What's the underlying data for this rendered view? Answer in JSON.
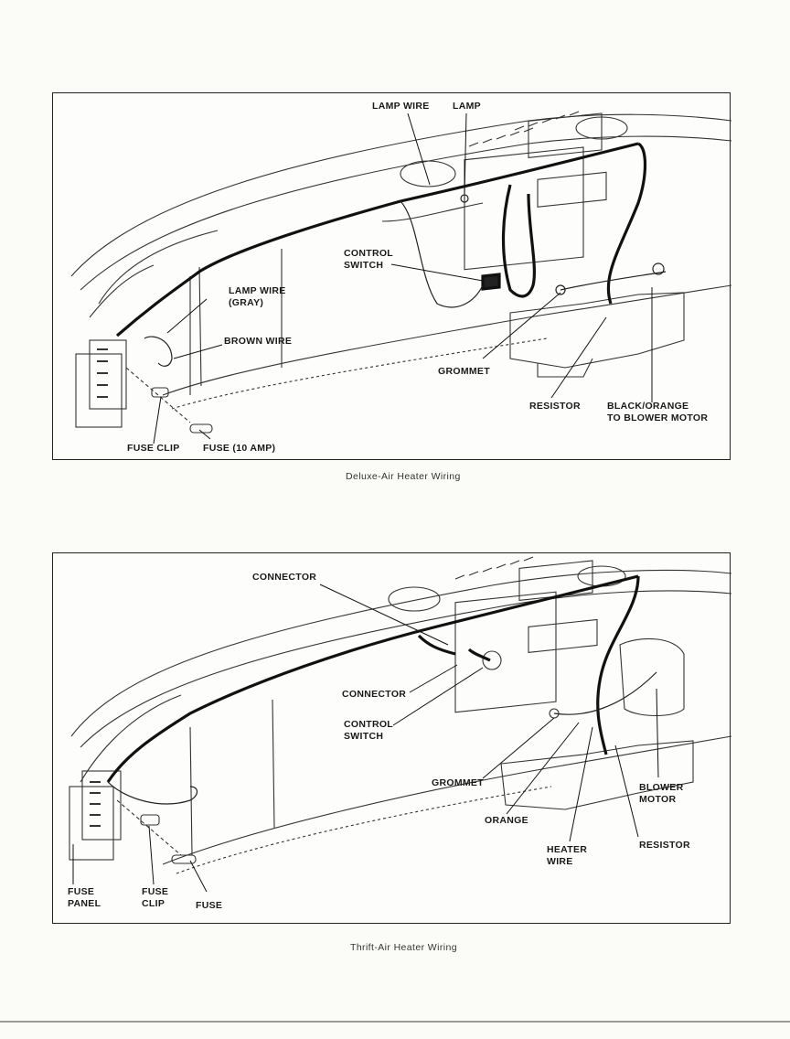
{
  "figures": [
    {
      "caption": "Deluxe-Air Heater Wiring",
      "labels": {
        "lamp_wire": "LAMP WIRE",
        "lamp": "LAMP",
        "control_switch": "CONTROL\nSWITCH",
        "lamp_wire_gray": "LAMP WIRE\n(GRAY)",
        "brown_wire": "BROWN WIRE",
        "grommet": "GROMMET",
        "resistor": "RESISTOR",
        "black_orange": "BLACK/ORANGE\nTO BLOWER MOTOR",
        "fuse_clip": "FUSE CLIP",
        "fuse_10amp": "FUSE (10 AMP)"
      }
    },
    {
      "caption": "Thrift-Air Heater Wiring",
      "labels": {
        "connector_top": "CONNECTOR",
        "connector": "CONNECTOR",
        "control_switch": "CONTROL\nSWITCH",
        "grommet": "GROMMET",
        "blower_motor": "BLOWER\nMOTOR",
        "orange": "ORANGE",
        "heater_wire": "HEATER\nWIRE",
        "resistor": "RESISTOR",
        "fuse_panel": "FUSE\nPANEL",
        "fuse_clip": "FUSE\nCLIP",
        "fuse": "FUSE"
      }
    }
  ]
}
